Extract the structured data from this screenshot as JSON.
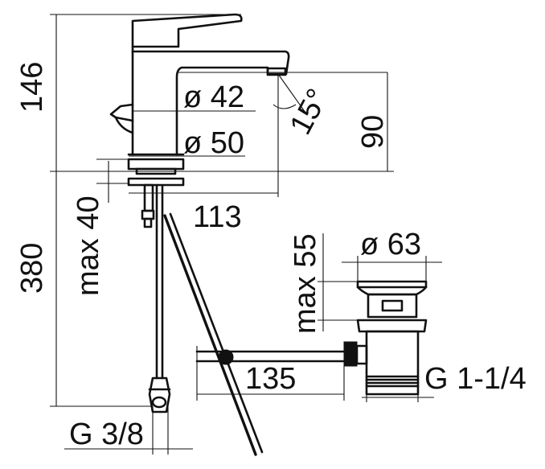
{
  "drawing": {
    "dimensions": {
      "height_top": "146",
      "height_bottom": "380",
      "diameter_outlet": "ø 42",
      "diameter_base": "ø 50",
      "height_spout": "90",
      "angle_spout": "15°",
      "reach_spout": "113",
      "max_deck": "max 40",
      "inlet_thread": "G 3/8",
      "waste_diameter": "ø 63",
      "waste_max": "max 55",
      "rod_length": "135",
      "waste_thread": "G 1-1/4"
    }
  }
}
